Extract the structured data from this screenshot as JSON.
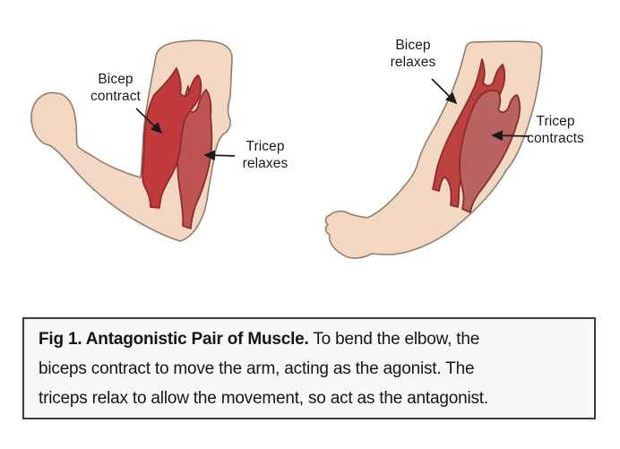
{
  "figure": {
    "panels": [
      {
        "name": "flexed-arm",
        "labels": [
          {
            "id": "bicep-contract",
            "line1": "Bicep",
            "line2": "contract"
          },
          {
            "id": "tricep-relaxes",
            "line1": "Tricep",
            "line2": "relaxes"
          }
        ]
      },
      {
        "name": "extended-arm",
        "labels": [
          {
            "id": "bicep-relaxes",
            "line1": "Bicep",
            "line2": "relaxes"
          },
          {
            "id": "tricep-contracts",
            "line1": "Tricep",
            "line2": "contracts"
          }
        ]
      }
    ],
    "colors": {
      "skin": "#f2d8c2",
      "bicep_left": "#c13a3c",
      "tricep_left": "#bf5553",
      "bicep_right": "#bc4240",
      "tricep_right": "#b96360",
      "arrow": "#1a1a1a"
    }
  },
  "caption": {
    "line1_bold": "Fig 1. Antagonistic Pair of Muscle.",
    "line1_rest": " To bend the elbow, the",
    "line2": "biceps contract to move the arm, acting as the agonist. The",
    "line3": "triceps relax to allow the movement, so act as the antagonist."
  }
}
